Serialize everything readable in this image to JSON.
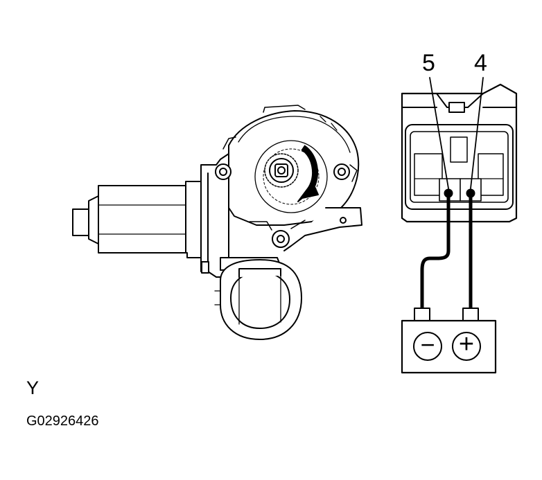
{
  "labels": {
    "terminal_5": "5",
    "terminal_4": "4",
    "view_letter": "Y",
    "figure_code": "G02926426"
  },
  "battery": {
    "negative_symbol": "−",
    "positive_symbol": "+"
  },
  "icons": {
    "rotation_arrow": "curved-arrow-clockwise",
    "motor": "window-regulator-motor",
    "connector": "two-pin-connector",
    "battery": "battery"
  },
  "colors": {
    "line": "#000000",
    "background": "#ffffff"
  }
}
